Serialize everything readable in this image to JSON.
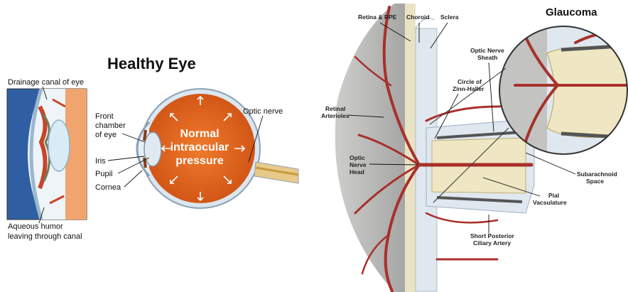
{
  "healthy_eye": {
    "title": "Healthy Eye",
    "labels": {
      "drainage_canal": "Drainage canal of eye",
      "front_chamber_1": "Front",
      "front_chamber_2": "chamber",
      "front_chamber_3": "of eye",
      "iris": "Iris",
      "pupil": "Pupil",
      "cornea": "Cornea",
      "optic_nerve": "Optic nerve",
      "aqueous_1": "Aqueous humor",
      "aqueous_2": "leaving through canal",
      "pressure_1": "Normal",
      "pressure_2": "intraocular",
      "pressure_3": "pressure"
    }
  },
  "glaucoma": {
    "title": "Glaucoma",
    "labels": {
      "retina_rpe": "Retina & RPE",
      "choroid": "Choroid",
      "sclera": "Sclera",
      "optic_nerve_sheath_1": "Optic Nerve",
      "optic_nerve_sheath_2": "Sheath",
      "circle_zinn_1": "Circle of",
      "circle_zinn_2": "Zinn-Haller",
      "retinal_arterioles_1": "Retinal",
      "retinal_arterioles_2": "Arterioles",
      "optic_nerve_head_1": "Optic",
      "optic_nerve_head_2": "Nerve",
      "optic_nerve_head_3": "Head",
      "subarachnoid_1": "Subarachnoid",
      "subarachnoid_2": "Space",
      "pial_1": "Pial",
      "pial_2": "Vacsulature",
      "short_posterior_1": "Short Posterior",
      "short_posterior_2": "Ciliary Artery"
    }
  },
  "colors": {
    "orange": "#e0631d",
    "vessel": "#a8302a",
    "nerve": "#efe6c3",
    "retina_grey": "#b7b7b5",
    "sclera_blue": "#dfe7ef"
  }
}
